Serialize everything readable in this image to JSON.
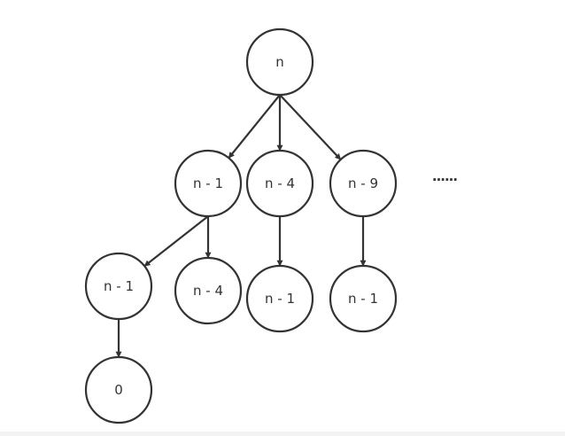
{
  "tree": {
    "ellipsis": "......",
    "nodes": [
      {
        "id": "root",
        "label": "n"
      },
      {
        "id": "c1",
        "label": "n - 1"
      },
      {
        "id": "c2",
        "label": "n - 4"
      },
      {
        "id": "c3",
        "label": "n - 9"
      },
      {
        "id": "g1",
        "label": "n - 1"
      },
      {
        "id": "g2",
        "label": "n - 4"
      },
      {
        "id": "g3",
        "label": "n - 1"
      },
      {
        "id": "g4",
        "label": "n - 1"
      },
      {
        "id": "leaf",
        "label": "0"
      }
    ],
    "edges": [
      {
        "from": "root",
        "to": "c1"
      },
      {
        "from": "root",
        "to": "c2"
      },
      {
        "from": "root",
        "to": "c3"
      },
      {
        "from": "c1",
        "to": "g1"
      },
      {
        "from": "c1",
        "to": "g2"
      },
      {
        "from": "c2",
        "to": "g3"
      },
      {
        "from": "c3",
        "to": "g4"
      },
      {
        "from": "g1",
        "to": "leaf"
      }
    ]
  }
}
